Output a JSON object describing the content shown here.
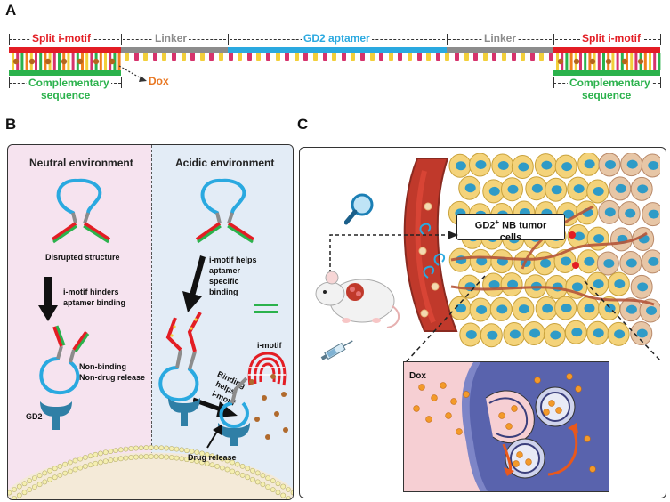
{
  "panel_a": {
    "letter": "A",
    "split_imotif_left": "Split i-motif",
    "linker_left": "Linker",
    "gd2_aptamer": "GD2 aptamer",
    "linker_right": "Linker",
    "split_imotif_right": "Split i-motif",
    "complementary_left": [
      "Complementary",
      "sequence"
    ],
    "complementary_right": [
      "Complementary",
      "sequence"
    ],
    "dox": "Dox"
  },
  "panel_b": {
    "letter": "B",
    "neutral_title": "Neutral environment",
    "acidic_title": "Acidic environment",
    "disrupted": "Disrupted structure",
    "imotif_hinders": [
      "i-motif hinders",
      "aptamer binding"
    ],
    "non_binding": [
      "Non-binding",
      "Non-drug release"
    ],
    "gd2": "GD2",
    "imotif_helps": [
      "i-motif helps",
      "aptamer",
      "specific",
      "binding"
    ],
    "imotif_label": "i-motif",
    "binding_helps": [
      "Binding",
      "helps",
      "i-motif"
    ],
    "drug_release": "Drug release"
  },
  "panel_c": {
    "letter": "C",
    "tumor_label_prefix": "GD2",
    "tumor_label_sup": "+",
    "tumor_label_rest": " NB tumor",
    "tumor_label_line2": "cells",
    "dox": "Dox"
  },
  "colors": {
    "red": "#e31d24",
    "green": "#2bb24c",
    "gray": "#8c8c8c",
    "blue": "#2aa9e0",
    "magenta": "#d6336c",
    "yellow": "#f2cf3a",
    "orange": "#f07f1c",
    "dox_text": "#e87722"
  }
}
